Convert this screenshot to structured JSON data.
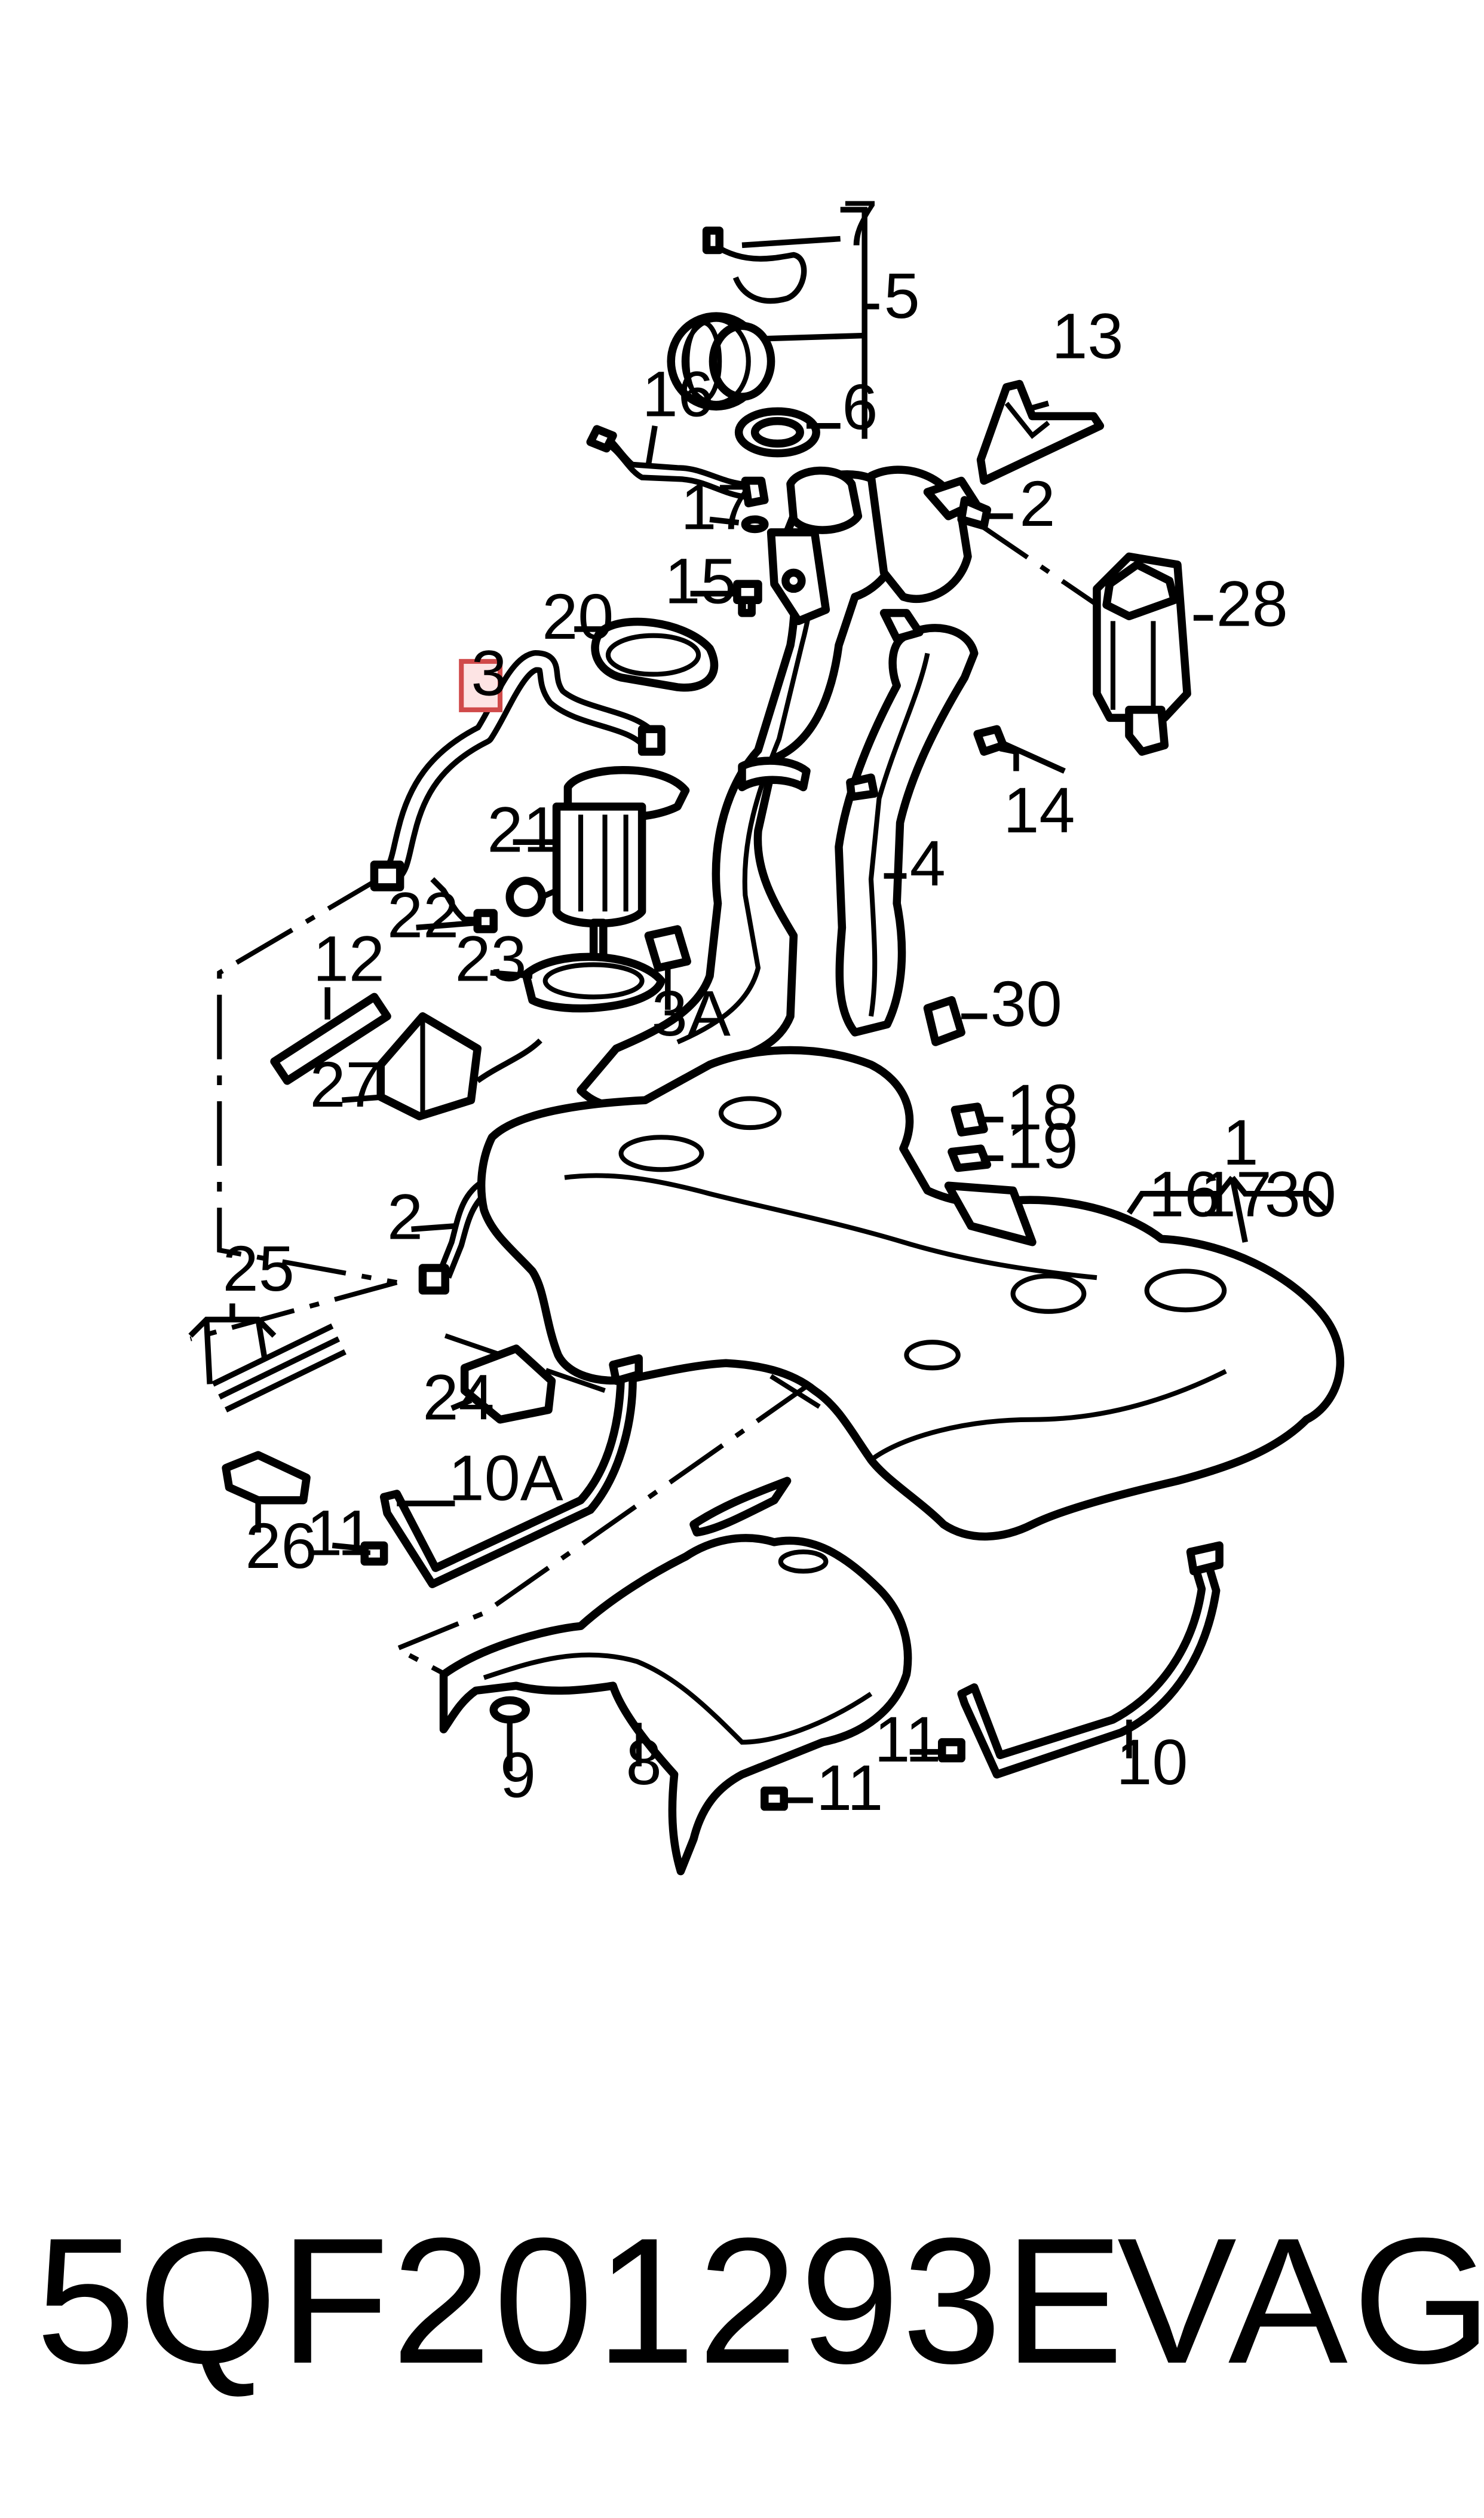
{
  "callouts": {
    "c1": "1",
    "c2a": "2",
    "c2b": "2",
    "c3": "3",
    "c3a": "3A",
    "c4": "4",
    "c5": "5",
    "c6": "6",
    "c7": "7",
    "c8": "8",
    "c9": "9",
    "c10": "10",
    "c10a": "10A",
    "c11a": "11",
    "c11b": "11",
    "c11c": "11",
    "c12": "12",
    "c13": "13",
    "c14": "14",
    "c15": "15",
    "c16": "16",
    "c16b": "16",
    "c17": "17",
    "c17b": "17",
    "c18": "18",
    "c19": "19",
    "c20": "20",
    "c21": "21",
    "c22": "22",
    "c23": "23",
    "c24": "24",
    "c25": "25",
    "c26": "26",
    "c27": "27",
    "c28": "28",
    "c30": "30",
    "c30b": "30"
  },
  "highlighted_callout": "c3",
  "colors": {
    "highlight_fill": "#fde4e4",
    "highlight_stroke": "#d04a4a",
    "ink": "#000000"
  },
  "footer": {
    "part_number": "5QF201293E",
    "brand": "VAG"
  }
}
